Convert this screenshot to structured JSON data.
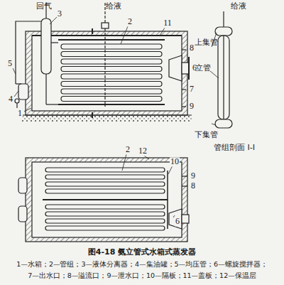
{
  "diagram": {
    "caption": "图4-18 氨立管式水箱式蒸发器",
    "labels": [
      "回气",
      "给液",
      "3",
      "2",
      "11",
      "8",
      "6",
      "5",
      "4",
      "7",
      "9",
      "1",
      "给液",
      "上集管",
      "立管",
      "下集管",
      "管组剖面 I-I",
      "2",
      "12",
      "10",
      "9",
      "8",
      "6",
      "1—水箱；2—管组；3—液体分离器；4—集油罐；5—均压管；6—螺旋搅拌器；",
      "7—出水口；8—溢流口；9—泄水口；10—隔板；11—盖板；12—保温层"
    ]
  }
}
